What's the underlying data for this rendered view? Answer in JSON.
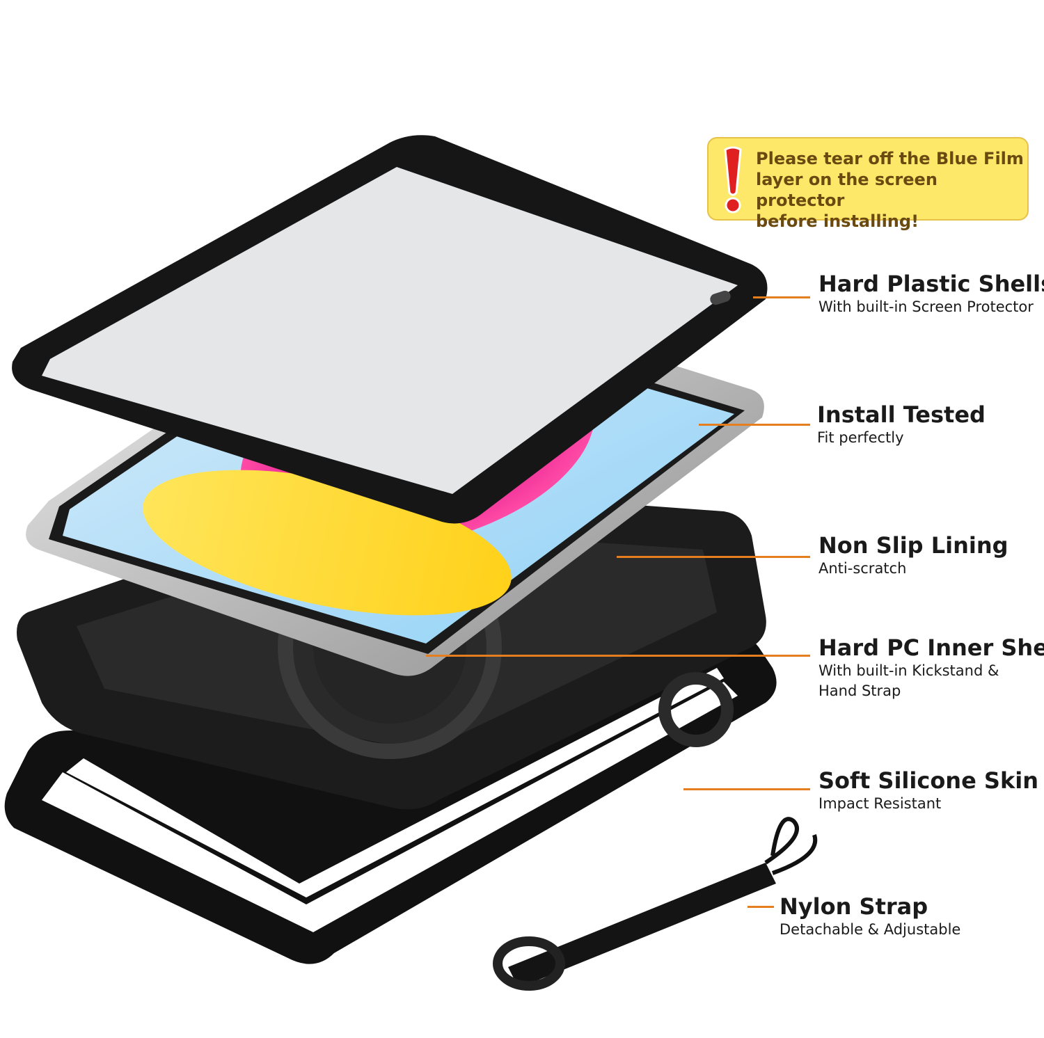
{
  "notice": {
    "text": "Please tear off the Blue Film\nlayer on the screen protector\nbefore installing!",
    "icon": "exclamation-icon",
    "background": "#fde86a",
    "icon_color": "#e02020"
  },
  "features": [
    {
      "title": "Hard Plastic Shells",
      "subtitle": "With built-in Screen Protector"
    },
    {
      "title": "Install Tested",
      "subtitle": "Fit perfectly"
    },
    {
      "title": "Non Slip Lining",
      "subtitle": "Anti-scratch"
    },
    {
      "title": "Hard PC Inner Shell",
      "subtitle": "With built-in Kickstand &\nHand Strap"
    },
    {
      "title": "Soft Silicone Skin",
      "subtitle": "Impact Resistant"
    },
    {
      "title": "Nylon Strap",
      "subtitle": "Detachable & Adjustable"
    }
  ],
  "colors": {
    "leader_line": "#e57e1e",
    "case_black": "#1a1a1a"
  }
}
